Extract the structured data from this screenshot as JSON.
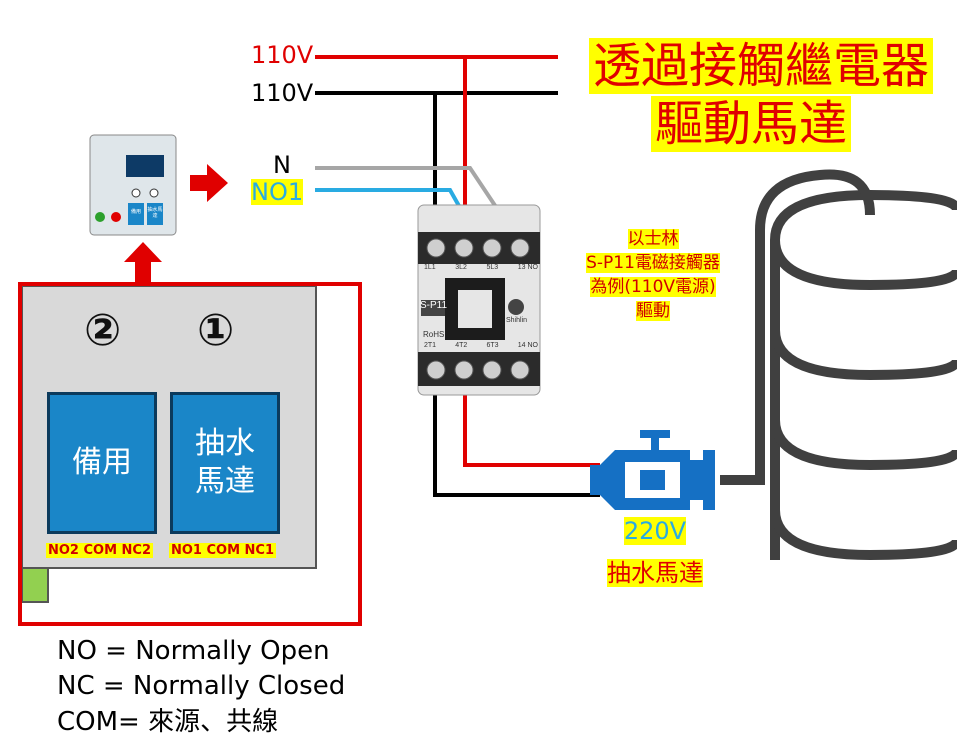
{
  "title": {
    "line1": "透過接觸繼電器",
    "line2": "驅動馬達"
  },
  "wires": {
    "live_red": "110V",
    "live_black": "110V",
    "neutral": "N",
    "no1": "NO1"
  },
  "relay_module": {
    "circle_2": "②",
    "circle_1": "①",
    "button_2": "備用",
    "button_1_line1": "抽水",
    "button_1_line2": "馬達",
    "pins_2": "NO2 COM NC2",
    "pins_1": "NO1 COM NC1"
  },
  "device_small_buttons": {
    "b2": "備用",
    "b1": "抽水馬達"
  },
  "contactor": {
    "model": "S-P11",
    "rohs": "RoHS",
    "brand": "Shihlin",
    "top_terminals": [
      "1L1",
      "3L2",
      "5L3",
      "13 NO"
    ],
    "bottom_terminals": [
      "2T1",
      "4T2",
      "6T3",
      "14 NO"
    ]
  },
  "note": {
    "line1": "以士林",
    "line2": "S-P11電磁接觸器",
    "line3": "為例(110V電源)",
    "line4": "驅動"
  },
  "motor": {
    "voltage": "220V",
    "name": "抽水馬達"
  },
  "legend": {
    "no": "NO = Normally Open",
    "nc": "NC = Normally Closed",
    "com": "COM= 來源、共線"
  },
  "colors": {
    "red_wire": "#e00000",
    "black_wire": "#000000",
    "gray_wire": "#a6a6a6",
    "blue_wire": "#29abe2",
    "relay_blue": "#1a86c8",
    "motor_blue": "#1570c4",
    "highlight": "#ffff00",
    "tank_gray": "#404040"
  },
  "icons": [
    "arrow-right-icon",
    "arrow-up-icon",
    "water-tank-icon",
    "motor-icon"
  ]
}
